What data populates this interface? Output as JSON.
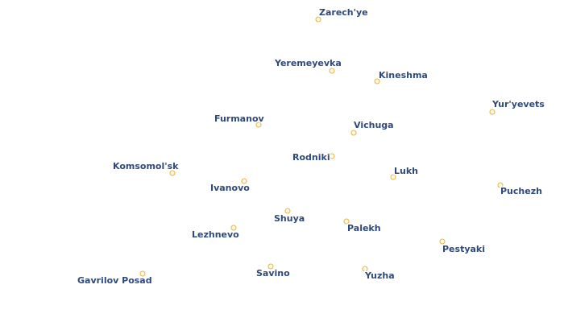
{
  "map": {
    "colors": {
      "label_text": "#2e4a7d",
      "label_halo": "#ffffff",
      "marker_stroke": "#e8b74a",
      "marker_fill": "#fffbe6",
      "background": "#ffffff"
    },
    "places": [
      {
        "id": "zarechye",
        "name": "Zarech'ye"
      },
      {
        "id": "yeremeyevka",
        "name": "Yeremeyevka"
      },
      {
        "id": "kineshma",
        "name": "Kineshma"
      },
      {
        "id": "yuryevets",
        "name": "Yur'yevets"
      },
      {
        "id": "furmanov",
        "name": "Furmanov"
      },
      {
        "id": "vichuga",
        "name": "Vichuga"
      },
      {
        "id": "rodniki",
        "name": "Rodniki"
      },
      {
        "id": "komsomolsk",
        "name": "Komsomol'sk"
      },
      {
        "id": "lukh",
        "name": "Lukh"
      },
      {
        "id": "ivanovo",
        "name": "Ivanovo"
      },
      {
        "id": "puchezh",
        "name": "Puchezh"
      },
      {
        "id": "shuya",
        "name": "Shuya"
      },
      {
        "id": "palekh",
        "name": "Palekh"
      },
      {
        "id": "lezhnevo",
        "name": "Lezhnevo"
      },
      {
        "id": "pestyaki",
        "name": "Pestyaki"
      },
      {
        "id": "savino",
        "name": "Savino"
      },
      {
        "id": "yuzha",
        "name": "Yuzha"
      },
      {
        "id": "gavrilov-posad",
        "name": "Gavrilov Posad"
      }
    ]
  }
}
